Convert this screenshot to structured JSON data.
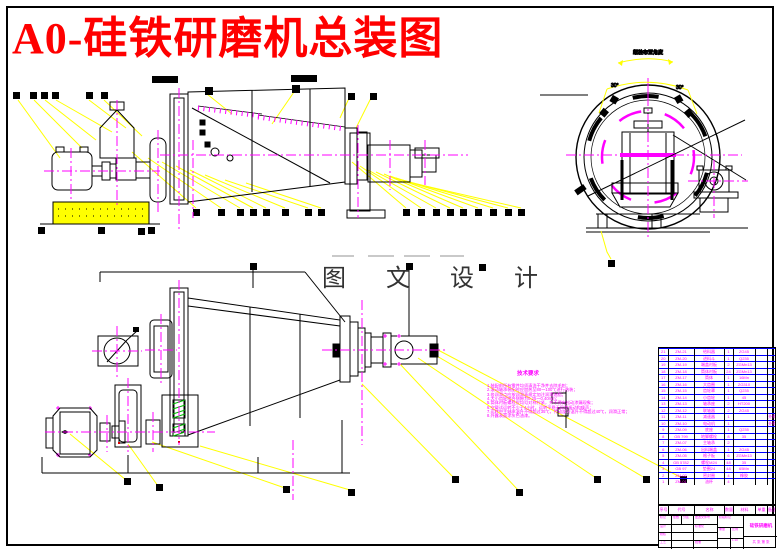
{
  "page": {
    "title": "A0-硅铁研磨机总装图",
    "title_color": "#ff0000",
    "watermark": "图 文 设 计"
  },
  "colors": {
    "leader_yellow": "#ffff00",
    "centerline_magenta": "#ff00ff",
    "hatch_green": "#00bb00",
    "table_blue": "#0000ff",
    "note_magenta": "#ff00ff"
  },
  "end_view": {
    "top_label": "螺栓布置角度",
    "angle_left": "30°",
    "angle_right": "30°"
  },
  "notes": {
    "heading": "技术要求",
    "lines": [
      "1.装配前所有零件均须清洗干净并去除毛刺；",
      "2.滚动轴承装配时应加热至80～100℃进行热装；",
      "3.各润滑点应按润滑表规定加注润滑油脂；",
      "4.大小齿轮啮合侧隙为0.25～0.40mm；",
      "5.筒体衬板螺栓应均匀对称拧紧，并不得有松动渗漏现象；",
      "6.空载试运转不少于4小时，运转平稳无异常振动和噪声；",
      "7.运转中主轴承温升不得超过35℃，传动部分温升不得超过40℃，润滑正常；",
      "8.外露表面涂灰色油漆。"
    ]
  },
  "parts_list": {
    "headers": [
      "序号",
      "代号",
      "名称",
      "数量",
      "材料",
      "单重",
      "备注"
    ],
    "rows": [
      {
        "seq": "21",
        "code": "ZM-21",
        "name": "给料器",
        "qty": "1",
        "mat": "ZG45",
        "wt": "",
        "rem": ""
      },
      {
        "seq": "20",
        "code": "ZM-20",
        "name": "进料斗",
        "qty": "1",
        "mat": "Q235",
        "wt": "",
        "rem": ""
      },
      {
        "seq": "19",
        "code": "ZM-19",
        "name": "端盖衬板",
        "qty": "2",
        "mat": "ZGMn13",
        "wt": "",
        "rem": ""
      },
      {
        "seq": "18",
        "code": "ZM-18",
        "name": "筒体衬板",
        "qty": "24",
        "mat": "ZGMn13",
        "wt": "",
        "rem": ""
      },
      {
        "seq": "17",
        "code": "ZM-17",
        "name": "筒体",
        "qty": "1",
        "mat": "16Mn",
        "wt": "",
        "rem": ""
      },
      {
        "seq": "16",
        "code": "ZM-16",
        "name": "大齿圈",
        "qty": "1",
        "mat": "ZG310",
        "wt": "",
        "rem": ""
      },
      {
        "seq": "15",
        "code": "ZM-15",
        "name": "齿轮罩",
        "qty": "1",
        "mat": "Q235",
        "wt": "",
        "rem": ""
      },
      {
        "seq": "14",
        "code": "ZM-14",
        "name": "小齿轮",
        "qty": "1",
        "mat": "45",
        "wt": "",
        "rem": ""
      },
      {
        "seq": "13",
        "code": "ZM-13",
        "name": "轴承座",
        "qty": "2",
        "mat": "HT200",
        "wt": "",
        "rem": ""
      },
      {
        "seq": "12",
        "code": "ZM-12",
        "name": "联轴器",
        "qty": "2",
        "mat": "ZG45",
        "wt": "",
        "rem": ""
      },
      {
        "seq": "11",
        "code": "ZM-11",
        "name": "减速器",
        "qty": "1",
        "mat": "",
        "wt": "",
        "rem": "外购"
      },
      {
        "seq": "10",
        "code": "ZM-10",
        "name": "电动机",
        "qty": "1",
        "mat": "",
        "wt": "",
        "rem": "外购"
      },
      {
        "seq": "9",
        "code": "ZM-09",
        "name": "底座",
        "qty": "1",
        "mat": "Q235",
        "wt": "",
        "rem": ""
      },
      {
        "seq": "8",
        "code": "GB 799",
        "name": "地脚螺栓",
        "qty": "8",
        "mat": "35",
        "wt": "",
        "rem": ""
      },
      {
        "seq": "7",
        "code": "ZM-07",
        "name": "主轴承",
        "qty": "2",
        "mat": "",
        "wt": "",
        "rem": ""
      },
      {
        "seq": "6",
        "code": "ZM-06",
        "name": "出料端盖",
        "qty": "1",
        "mat": "ZG45",
        "wt": "",
        "rem": ""
      },
      {
        "seq": "5",
        "code": "ZM-05",
        "name": "格子板",
        "qty": "6",
        "mat": "ZGMn13",
        "wt": "",
        "rem": ""
      },
      {
        "seq": "4",
        "code": "GB 5782",
        "name": "螺栓M24",
        "qty": "48",
        "mat": "35",
        "wt": "",
        "rem": ""
      },
      {
        "seq": "3",
        "code": "GB 97",
        "name": "垫圈24",
        "qty": "48",
        "mat": "65Mn",
        "wt": "",
        "rem": ""
      },
      {
        "seq": "2",
        "code": "ZM-02",
        "name": "密封圈",
        "qty": "4",
        "mat": "橡胶",
        "wt": "",
        "rem": ""
      },
      {
        "seq": "1",
        "code": "ZM-01",
        "name": "油杯",
        "qty": "4",
        "mat": "",
        "wt": "",
        "rem": ""
      }
    ]
  },
  "title_block": {
    "mark_label": "标记",
    "count_label": "处数",
    "zone_label": "分区",
    "file_label": "更改文件号",
    "design_label": "设计",
    "standard_label": "标准化",
    "check_label": "校核",
    "process_label": "工艺",
    "approve_label": "批准",
    "stage_label": "阶段标记",
    "weight_label": "重量",
    "scale_label": "比例",
    "scale_value": "1:10",
    "drawing_title": "硅铁研磨机",
    "sheet_text": "共 张 第 张"
  }
}
